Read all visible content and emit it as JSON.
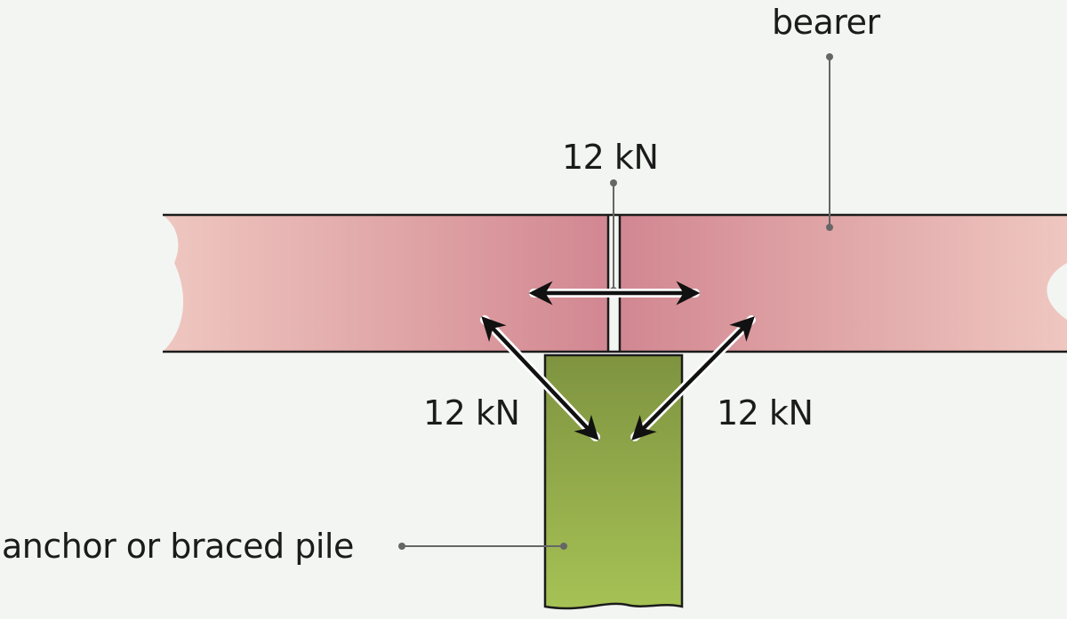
{
  "labels": {
    "bearer": "bearer",
    "pile": "anchor or braced pile",
    "force_top": "12 kN",
    "force_left": "12 kN",
    "force_right": "12 kN"
  },
  "colors": {
    "background": "#f3f5f2",
    "bearer_dark": "#d28791",
    "bearer_light": "#efc7c0",
    "pile_dark": "#7f9340",
    "pile_light": "#a6c255",
    "outline": "#1b1b1b",
    "leader": "#666666"
  }
}
